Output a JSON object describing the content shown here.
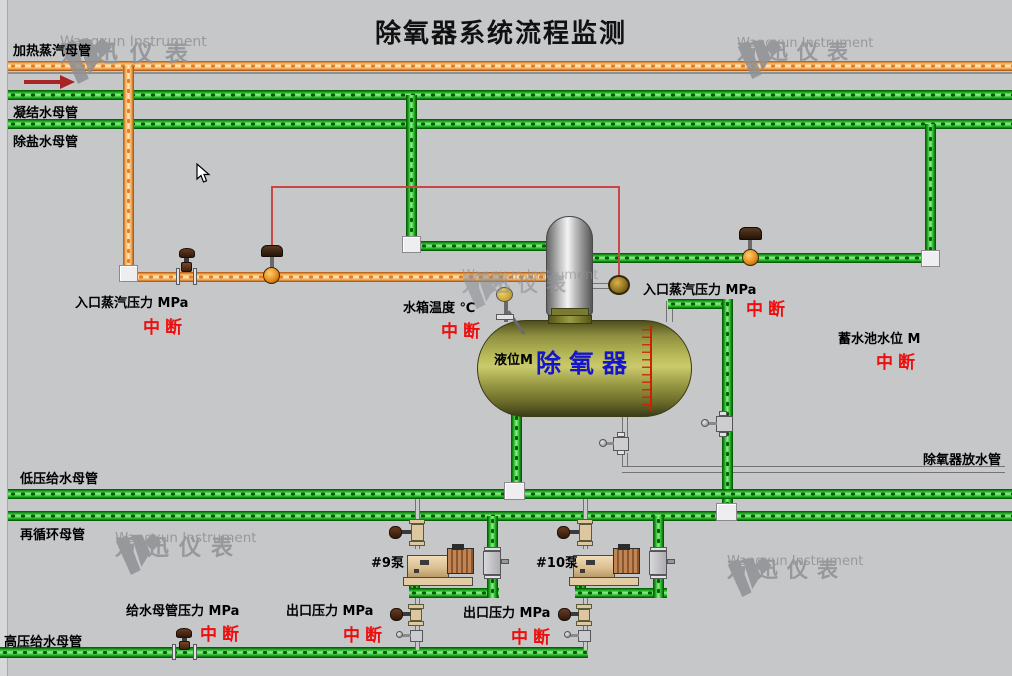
{
  "title": "除氧器系统流程监测",
  "watermark": {
    "cn": "万迅仪表",
    "en": "Wangxun Instrument"
  },
  "pipes": {
    "heating_steam": "加热蒸汽母管",
    "condensate": "凝结水母管",
    "demin_water": "除盐水母管",
    "lp_feedwater": "低压给水母管",
    "recirculation": "再循环母管",
    "hp_feedwater": "高压给水母管",
    "drain": "除氧器放水管"
  },
  "tank": {
    "name": "除氧器",
    "level_label": "液位M"
  },
  "measurements": {
    "inlet_steam_left": {
      "label": "入口蒸汽压力 MPa",
      "status": "中断"
    },
    "tank_temp": {
      "label": "水箱温度 ℃",
      "status": "中断"
    },
    "inlet_steam_right": {
      "label": "入口蒸汽压力 MPa",
      "status": "中断"
    },
    "reservoir_level": {
      "label": "蓄水池水位 M",
      "status": "中断"
    },
    "feed_header_pressure": {
      "label": "给水母管压力 MPa",
      "status": "中断"
    },
    "outlet_pressure_9": {
      "label": "出口压力 MPa",
      "status": "中断"
    },
    "outlet_pressure_10": {
      "label": "出口压力 MPa",
      "status": "中断"
    }
  },
  "pumps": {
    "p9": "#9泵",
    "p10": "#10泵"
  },
  "colors": {
    "background": "#c6c7c9",
    "steam_pipe": "#f5a851",
    "water_pipe": "#23b423",
    "alarm_red": "#ee0e0e",
    "signal_line": "#c84848",
    "tank_olive": "#9a9b45",
    "tank_label_blue": "#1515cc"
  }
}
